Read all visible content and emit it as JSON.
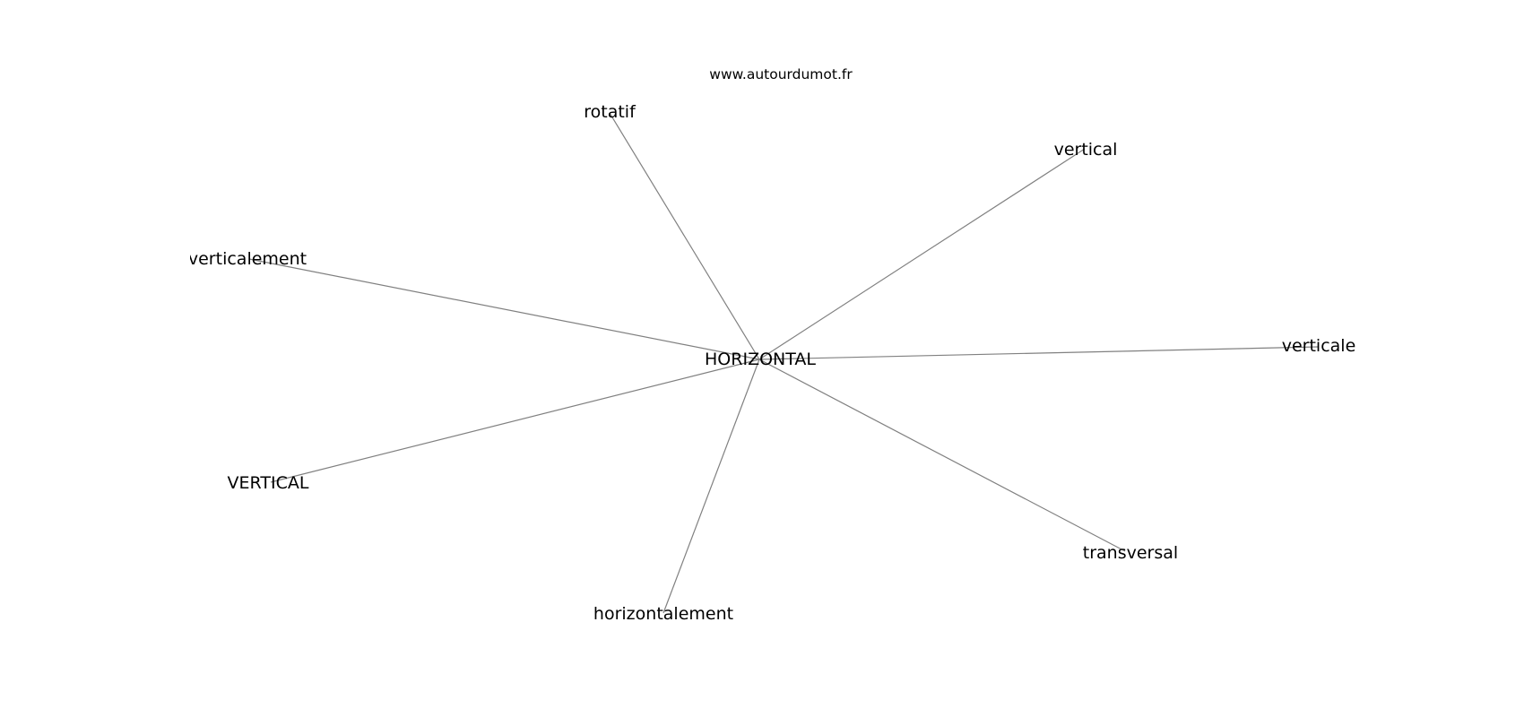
{
  "header": {
    "site": "www.autourdumot.fr"
  },
  "graph": {
    "center": "HORIZONTAL",
    "neighbors": [
      "rotatif",
      "vertical",
      "verticalement",
      "verticale",
      "VERTICAL",
      "transversal",
      "horizontalement"
    ]
  },
  "colors": {
    "edge": "#808080",
    "text": "#000000",
    "background": "#ffffff"
  }
}
